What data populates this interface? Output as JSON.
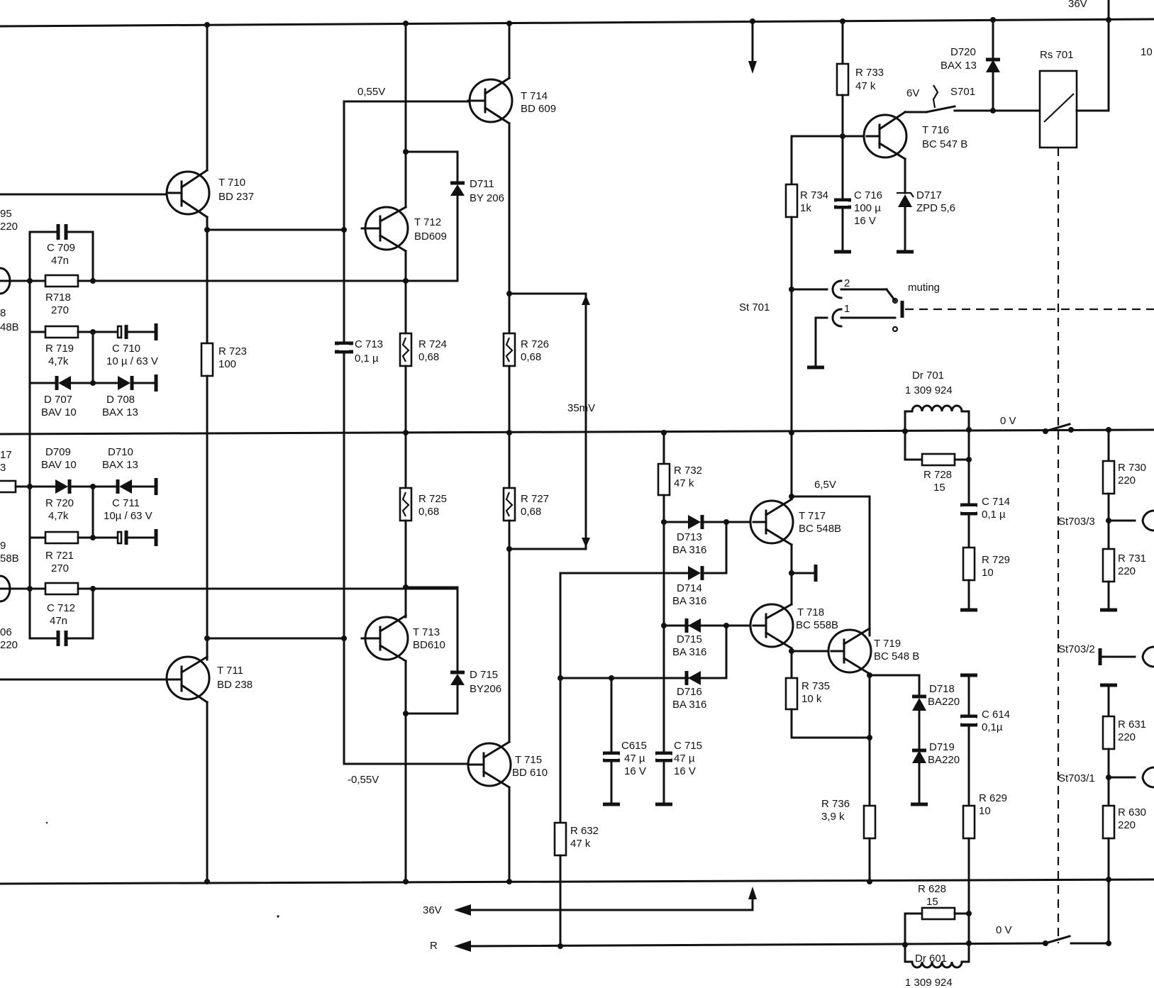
{
  "labels": {
    "v36_top": "36V",
    "ten": "10",
    "rs701": "Rs 701",
    "d720_a": "D720",
    "d720_b": "BAX 13",
    "r733_a": "R 733",
    "r733_b": "47 k",
    "six_v": "6V",
    "s701": "S701",
    "t716_a": "T 716",
    "t716_b": "BC 547 B",
    "r734_a": "R 734",
    "r734_b": "1k",
    "c716_a": "C 716",
    "c716_b": "100 µ",
    "c716_c": "16 V",
    "d717_a": "D717",
    "d717_b": "ZPD 5,6",
    "st701": "St 701",
    "pin2": "2",
    "pin1": "1",
    "muting": "muting",
    "dr701_a": "Dr 701",
    "dr701_b": "1 309 924",
    "zero_v_top": "0 V",
    "r728_a": "R 728",
    "r728_b": "15",
    "c714_a": "C 714",
    "c714_b": "0,1 µ",
    "r729_a": "R 729",
    "r729_b": "10",
    "r730_a": "R 730",
    "r730_b": "220",
    "st703_3": "St703/3",
    "r731_a": "R 731",
    "r731_b": "220",
    "st703_2": "St703/2",
    "r631_a": "R 631",
    "r631_b": "220",
    "st703_1": "St703/1",
    "r630_a": "R 630",
    "r630_b": "220",
    "r629_a": "R 629",
    "r629_b": "10",
    "c614_a": "C 614",
    "c614_b": "0,1µ",
    "d718_a": "D718",
    "d718_b": "BA220",
    "d719_a": "D719",
    "d719_b": "BA220",
    "r736_a": "R 736",
    "r736_b": "3,9 k",
    "r735_a": "R 735",
    "r735_b": "10 k",
    "t719_a": "T 719",
    "t719_b": "BC 548 B",
    "t718_a": "T 718",
    "t718_b": "BC 558B",
    "t717_a": "T 717",
    "t717_b": "BC 548B",
    "six5_v": "6,5V",
    "r732_a": "R 732",
    "r732_b": "47 k",
    "d713_a": "D713",
    "d713_b": "BA 316",
    "d714_a": "D714",
    "d714_b": "BA 316",
    "d715b_a": "D715",
    "d715b_b": "BA 316",
    "d716_a": "D716",
    "d716_b": "BA 316",
    "c615_a": "C615",
    "c615_b": "47 µ",
    "c615_c": "16 V",
    "c715_a": "C 715",
    "c715_b": "47 µ",
    "c715_c": "16 V",
    "r632_a": "R 632",
    "r632_b": "47 k",
    "r628_a": "R 628",
    "r628_b": "15",
    "dr601_a": "Dr 601",
    "dr601_b": "1 309 924",
    "zero_v_bot": "0 V",
    "v36_bot": "36V",
    "r_out": "R",
    "mv35": "35mV",
    "v055": "0,55V",
    "vm055": "-0,55V",
    "t714_a": "T 714",
    "t714_b": "BD 609",
    "t712_a": "T 712",
    "t712_b": "BD609",
    "d711_a": "D711",
    "d711_b": "BY 206",
    "r726_a": "R 726",
    "r726_b": "0,68",
    "r724_a": "R 724",
    "r724_b": "0,68",
    "c713_a": "C 713",
    "c713_b": "0,1 µ",
    "r725_a": "R 725",
    "r725_b": "0,68",
    "r727_a": "R 727",
    "r727_b": "0,68",
    "t713_a": "T 713",
    "t713_b": "BD610",
    "d715_a": "D 715",
    "d715_b": "BY206",
    "t715_a": "T 715",
    "t715_b": "BD 610",
    "t710_a": "T 710",
    "t710_b": "BD 237",
    "t711_a": "T 711",
    "t711_b": "BD 238",
    "r723_a": "R 723",
    "r723_b": "100",
    "c709_a": "C 709",
    "c709_b": "47n",
    "r718_a": "R718",
    "r718_b": "270",
    "r719_a": "R 719",
    "r719_b": "4,7k",
    "c710_a": "C 710",
    "c710_b": "10 µ / 63 V",
    "d707_a": "D 707",
    "d707_b": "BAV 10",
    "d708_a": "D 708",
    "d708_b": "BAX 13",
    "d709_a": "D709",
    "d709_b": "BAV 10",
    "d710_a": "D710",
    "d710_b": "BAX 13",
    "r720_a": "R 720",
    "r720_b": "4,7k",
    "c711_a": "C 711",
    "c711_b": "10µ / 63 V",
    "r721_a": "R 721",
    "r721_b": "270",
    "c712_a": "C 712",
    "c712_b": "47n",
    "edge_95": "95",
    "edge_220a": "220",
    "edge_8": "8",
    "edge_48b": "48B",
    "edge_17": "17",
    "edge_3": "3",
    "edge_9": "9",
    "edge_58b": "58B",
    "edge_06": "06",
    "edge_220b": "220"
  }
}
